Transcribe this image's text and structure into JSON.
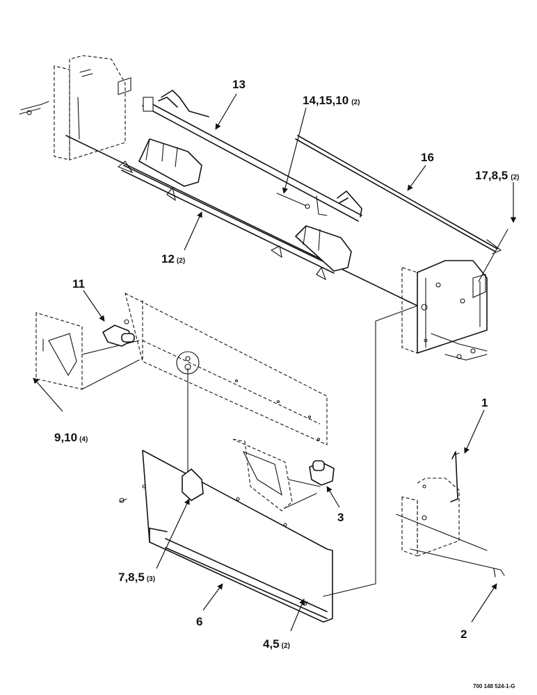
{
  "labels": {
    "l1": {
      "main": "1",
      "qty": ""
    },
    "l2": {
      "main": "2",
      "qty": ""
    },
    "l3": {
      "main": "3",
      "qty": ""
    },
    "l4": {
      "main": "4,5",
      "qty": "(2)"
    },
    "l6": {
      "main": "6",
      "qty": ""
    },
    "l7": {
      "main": "7,8,5",
      "qty": "(3)"
    },
    "l9": {
      "main": "9,10",
      "qty": "(4)"
    },
    "l11": {
      "main": "11",
      "qty": ""
    },
    "l12": {
      "main": "12",
      "qty": "(2)"
    },
    "l13": {
      "main": "13",
      "qty": ""
    },
    "l14": {
      "main": "14,15,10",
      "qty": "(2)"
    },
    "l16": {
      "main": "16",
      "qty": ""
    },
    "l17": {
      "main": "17,8,5",
      "qty": "(2)"
    }
  },
  "drawing_number": "700 148 524-1-G"
}
